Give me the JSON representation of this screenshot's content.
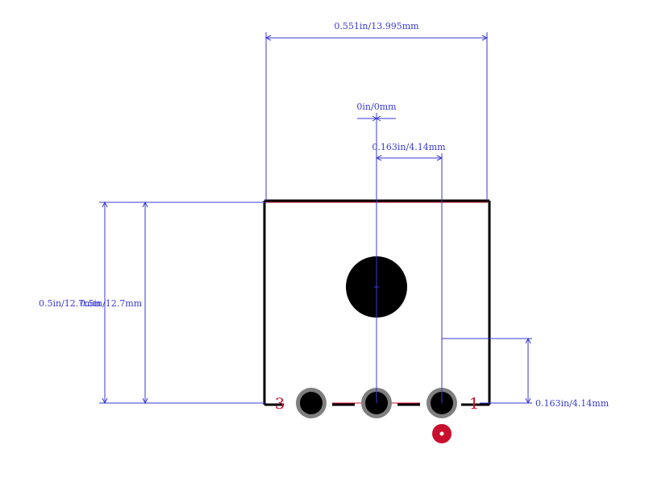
{
  "colors": {
    "dimension": "#3a3ad6",
    "outline": "#000000",
    "pad_ring": "#7f7f7f",
    "pin_label": "#c8102e",
    "pin1_marker": "#c8102e"
  },
  "dimensions": {
    "overall_width": "0.551in/13.995mm",
    "center_offset": "0in/0mm",
    "pin_pitch": "0.163in/4.14mm",
    "height_outer": "0.5in/12.7mm",
    "height_inner": "0.5in/12.7mm",
    "pad_offset": "0.163in/4.14mm"
  },
  "pins": {
    "left_label": "3",
    "right_label": "1"
  }
}
